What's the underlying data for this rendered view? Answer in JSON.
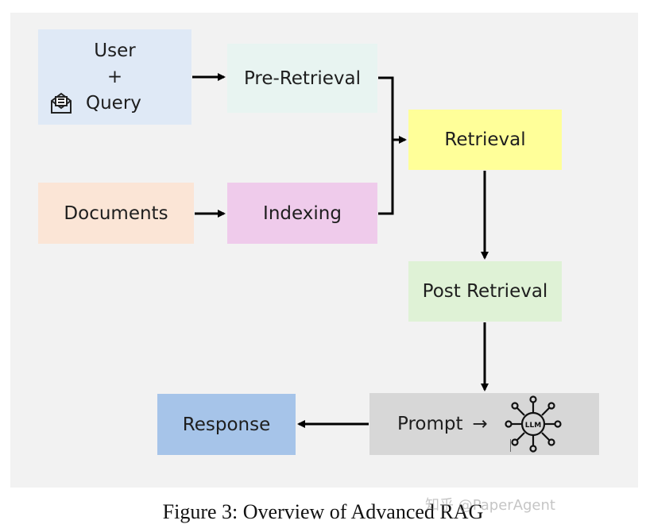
{
  "diagram": {
    "user_box": {
      "line1": "User",
      "line2": "+",
      "line3": "Query"
    },
    "pre_retrieval": "Pre-Retrieval",
    "documents": "Documents",
    "indexing": "Indexing",
    "retrieval": "Retrieval",
    "post_retrieval": "Post Retrieval",
    "prompt": "Prompt",
    "prompt_arrow": "→",
    "llm_label": "LLM",
    "response": "Response",
    "icons": [
      "mail-icon",
      "llm-network-icon"
    ],
    "colors": {
      "user": "#dfe9f6",
      "pre_retrieval": "#e8f4f1",
      "documents": "#fbe5d6",
      "indexing": "#efcbeb",
      "retrieval": "#ffff99",
      "post_retrieval": "#dff2d6",
      "prompt": "#d7d7d7",
      "response": "#a6c4e9"
    }
  },
  "caption": "Figure 3: Overview of Advanced RAG",
  "watermark": "知乎 @PaperAgent"
}
